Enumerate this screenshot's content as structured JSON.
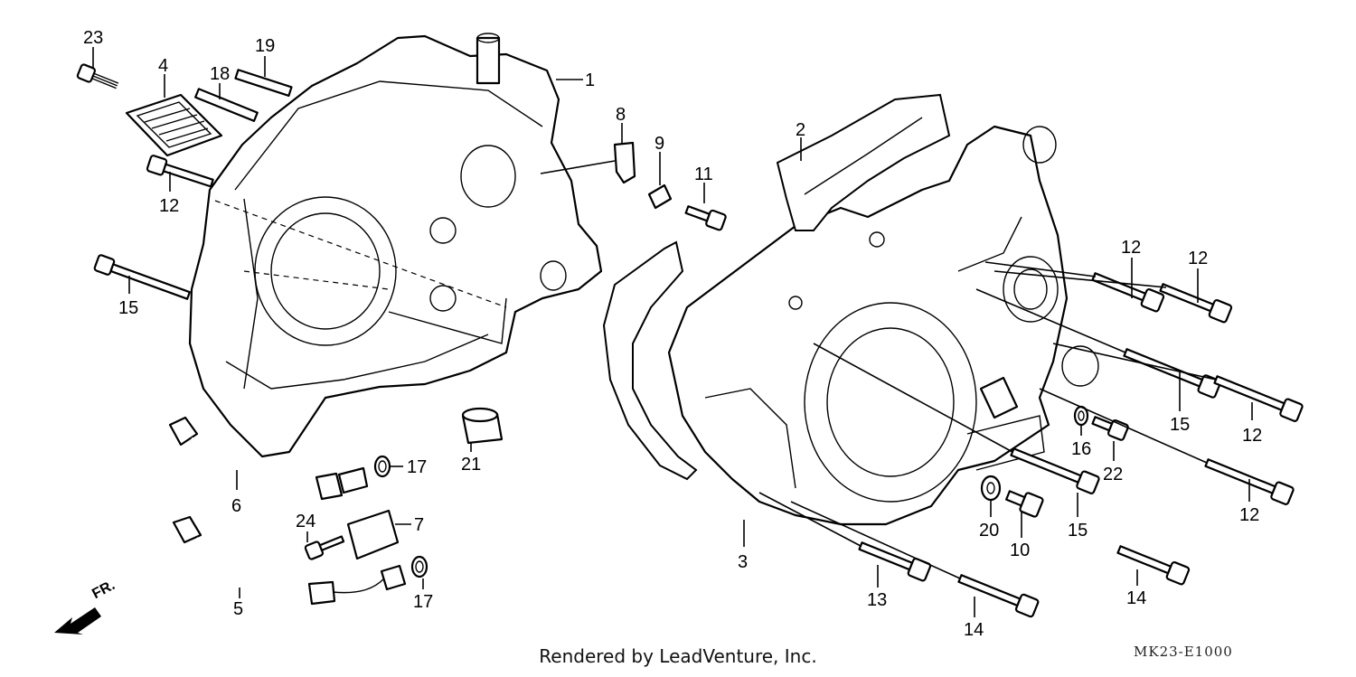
{
  "callouts": [
    {
      "id": "1",
      "label": "1"
    },
    {
      "id": "2",
      "label": "2"
    },
    {
      "id": "3",
      "label": "3"
    },
    {
      "id": "4",
      "label": "4"
    },
    {
      "id": "5",
      "label": "5"
    },
    {
      "id": "6",
      "label": "6"
    },
    {
      "id": "7",
      "label": "7"
    },
    {
      "id": "8",
      "label": "8"
    },
    {
      "id": "9",
      "label": "9"
    },
    {
      "id": "10",
      "label": "10"
    },
    {
      "id": "11",
      "label": "11"
    },
    {
      "id": "12",
      "label": "12"
    },
    {
      "id": "13",
      "label": "13"
    },
    {
      "id": "14",
      "label": "14"
    },
    {
      "id": "15",
      "label": "15"
    },
    {
      "id": "16",
      "label": "16"
    },
    {
      "id": "17",
      "label": "17"
    },
    {
      "id": "18",
      "label": "18"
    },
    {
      "id": "19",
      "label": "19"
    },
    {
      "id": "20",
      "label": "20"
    },
    {
      "id": "21",
      "label": "21"
    },
    {
      "id": "22",
      "label": "22"
    },
    {
      "id": "23",
      "label": "23"
    },
    {
      "id": "24",
      "label": "24"
    }
  ],
  "front_indicator": "FR.",
  "footer_text": "Rendered by LeadVenture, Inc.",
  "diagram_code": "MK23-E1000"
}
